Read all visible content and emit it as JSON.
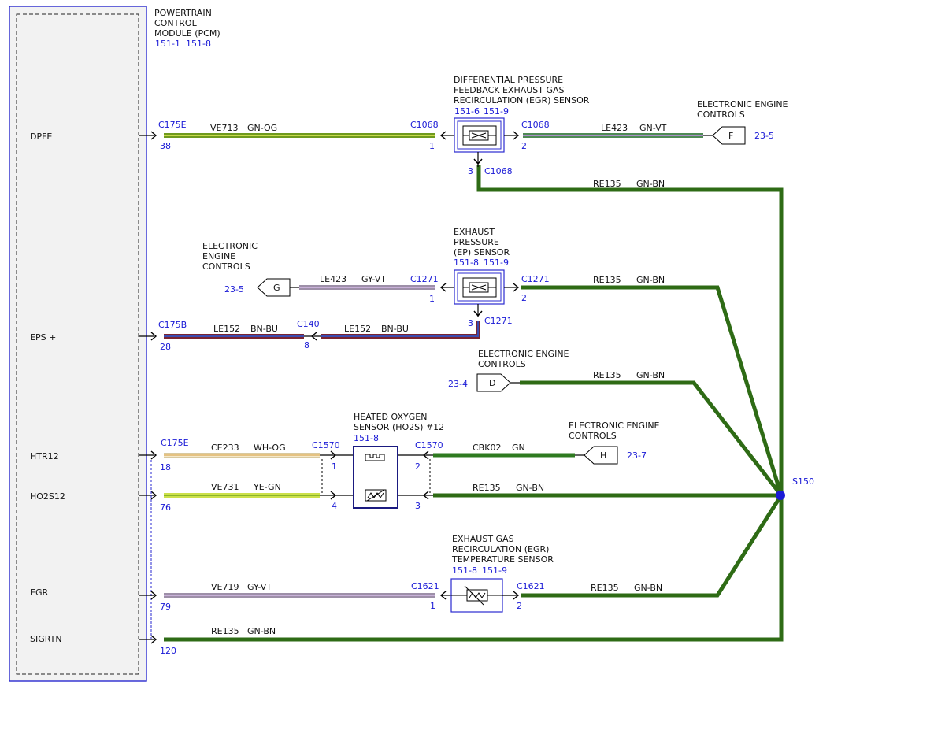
{
  "colors": {
    "module_border": "#2a2ad0",
    "ref_blue": "#1a1ad6",
    "gn_bn": "#2e6b15",
    "gn_og_main": "#6f9a1e",
    "gn_og_stripe": "#c7d84a",
    "gn_vt_main": "#4f8a55",
    "gn_vt_stripe": "#a78fc4",
    "gy_vt_main": "#9d8fa8",
    "gy_vt_stripe": "#c8b0d8",
    "bn_bu_main": "#7a2430",
    "bn_bu_stripe": "#3b4bb0",
    "wh_og_main": "#f4e8c9",
    "wh_og_stripe": "#e0b56a",
    "ye_gn_main": "#cce04a",
    "ye_gn_stripe": "#8ab52a",
    "gn": "#2e7a20"
  },
  "module": {
    "title_lines": [
      "POWERTRAIN",
      "CONTROL",
      "MODULE (PCM)"
    ],
    "refs": [
      "151-1",
      "151-8"
    ],
    "pins": [
      {
        "name": "DPFE"
      },
      {
        "name": "EPS +"
      },
      {
        "name": "HTR12"
      },
      {
        "name": "HO2S12"
      },
      {
        "name": "EGR"
      },
      {
        "name": "SIGRTN"
      }
    ]
  },
  "components": {
    "dpfe_sensor": {
      "title_lines": [
        "DIFFERENTIAL PRESSURE",
        "FEEDBACK EXHAUST GAS",
        "RECIRCULATION (EGR) SENSOR"
      ],
      "refs": [
        "151-6",
        "151-9"
      ]
    },
    "ep_sensor": {
      "title_lines": [
        "EXHAUST",
        "PRESSURE",
        "(EP) SENSOR"
      ],
      "refs": [
        "151-8",
        "151-9"
      ]
    },
    "ho2s": {
      "title_lines": [
        "HEATED OXYGEN",
        "SENSOR (HO2S) #12"
      ],
      "refs": [
        "151-8"
      ]
    },
    "egr_temp": {
      "title_lines": [
        "EXHAUST GAS",
        "RECIRCULATION (EGR)",
        "TEMPERATURE SENSOR"
      ],
      "refs": [
        "151-8",
        "151-9"
      ]
    }
  },
  "offpage": [
    {
      "title_lines": [
        "ELECTRONIC ENGINE",
        "CONTROLS"
      ],
      "letter": "F",
      "ref": "23-5"
    },
    {
      "title_lines": [
        "ELECTRONIC",
        "ENGINE",
        "CONTROLS"
      ],
      "letter": "G",
      "ref": "23-5"
    },
    {
      "title_lines": [
        "ELECTRONIC ENGINE",
        "CONTROLS"
      ],
      "letter": "D",
      "ref": "23-4"
    },
    {
      "title_lines": [
        "ELECTRONIC ENGINE",
        "CONTROLS"
      ],
      "letter": "H",
      "ref": "23-7"
    }
  ],
  "circuits": {
    "ve713": {
      "circuit": "VE713",
      "color": "GN-OG"
    },
    "le423_a": {
      "circuit": "LE423",
      "color": "GN-VT"
    },
    "re135_a": {
      "circuit": "RE135",
      "color": "GN-BN"
    },
    "le423_b": {
      "circuit": "LE423",
      "color": "GY-VT"
    },
    "re135_b": {
      "circuit": "RE135",
      "color": "GN-BN"
    },
    "le152_a": {
      "circuit": "LE152",
      "color": "BN-BU"
    },
    "le152_b": {
      "circuit": "LE152",
      "color": "BN-BU"
    },
    "re135_c": {
      "circuit": "RE135",
      "color": "GN-BN"
    },
    "ce233": {
      "circuit": "CE233",
      "color": "WH-OG"
    },
    "cbk02": {
      "circuit": "CBK02",
      "color": "GN"
    },
    "ve731": {
      "circuit": "VE731",
      "color": "YE-GN"
    },
    "re135_d": {
      "circuit": "RE135",
      "color": "GN-BN"
    },
    "ve719": {
      "circuit": "VE719",
      "color": "GY-VT"
    },
    "re135_e": {
      "circuit": "RE135",
      "color": "GN-BN"
    },
    "re135_f": {
      "circuit": "RE135",
      "color": "GN-BN"
    }
  },
  "connectors": {
    "c175e_1": {
      "name": "C175E",
      "pin": "38"
    },
    "c1068_1": {
      "name": "C1068",
      "pin": "1"
    },
    "c1068_2": {
      "name": "C1068",
      "pin": "2"
    },
    "c1068_3": {
      "name": "C1068",
      "pin": "3"
    },
    "c1271_1": {
      "name": "C1271",
      "pin": "1"
    },
    "c1271_2": {
      "name": "C1271",
      "pin": "2"
    },
    "c1271_3": {
      "name": "C1271",
      "pin": "3"
    },
    "c175b": {
      "name": "C175B",
      "pin": "28"
    },
    "c140": {
      "name": "C140",
      "pin": "8"
    },
    "c175e_2": {
      "name": "C175E",
      "pin": "18"
    },
    "c1570_1": {
      "name": "C1570",
      "pin": "1"
    },
    "c1570_2": {
      "name": "C1570",
      "pin": "2"
    },
    "pcm_76": {
      "pin": "76"
    },
    "c1570_4": {
      "pin": "4"
    },
    "c1570_3": {
      "pin": "3"
    },
    "pcm_79": {
      "pin": "79"
    },
    "c1621_1": {
      "name": "C1621",
      "pin": "1"
    },
    "c1621_2": {
      "name": "C1621",
      "pin": "2"
    },
    "pcm_120": {
      "pin": "120"
    }
  },
  "splice": {
    "name": "S150"
  }
}
